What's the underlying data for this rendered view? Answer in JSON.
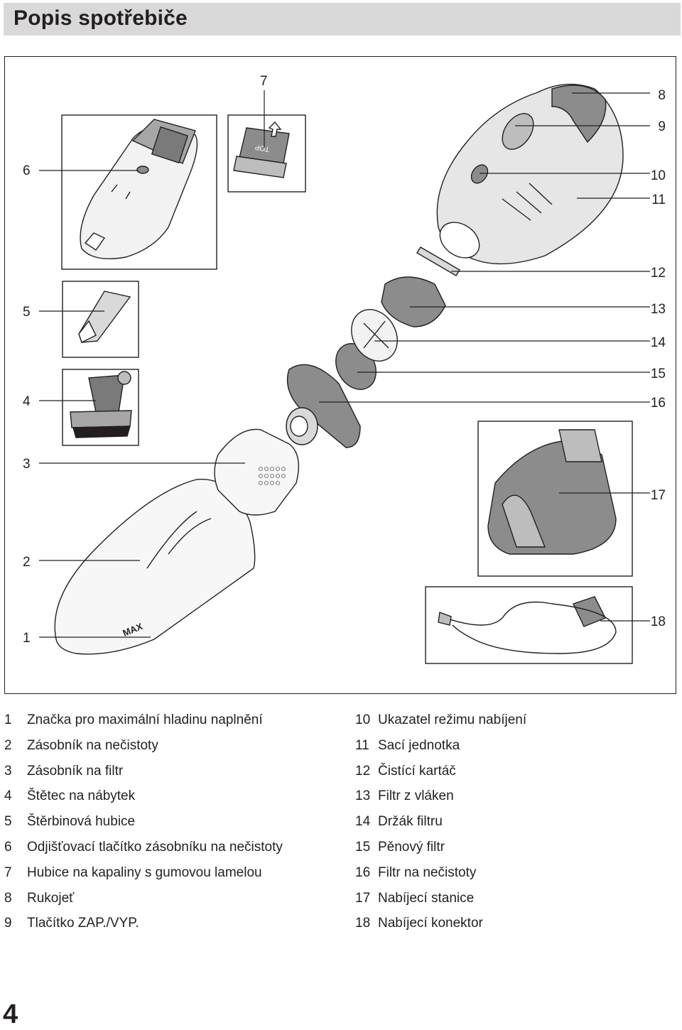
{
  "header": {
    "title": "Popis spotřebiče"
  },
  "callouts": {
    "left": [
      "6",
      "5",
      "4",
      "3",
      "2",
      "1"
    ],
    "top": "7",
    "right": [
      "8",
      "9",
      "10",
      "11",
      "12",
      "13",
      "14",
      "15",
      "16",
      "17",
      "18"
    ]
  },
  "figure_labels": {
    "max": "MAX",
    "top": "TOP"
  },
  "legend": {
    "col1": [
      {
        "num": "1",
        "text": "Značka pro maximální hladinu naplnění"
      },
      {
        "num": "2",
        "text": "Zásobník na nečistoty"
      },
      {
        "num": "3",
        "text": "Zásobník na filtr"
      },
      {
        "num": "4",
        "text": "Štětec na nábytek"
      },
      {
        "num": "5",
        "text": "Štěrbinová hubice"
      },
      {
        "num": "6",
        "text": "Odjišťovací tlačítko zásobníku na nečistoty"
      },
      {
        "num": "7",
        "text": "Hubice na kapaliny s gumovou lamelou"
      },
      {
        "num": "8",
        "text": "Rukojeť"
      },
      {
        "num": "9",
        "text": "Tlačítko ZAP./VYP."
      }
    ],
    "col2": [
      {
        "num": "10",
        "text": "Ukazatel režimu nabíjení"
      },
      {
        "num": "11",
        "text": "Sací jednotka"
      },
      {
        "num": "12",
        "text": "Čistící kartáč"
      },
      {
        "num": "13",
        "text": "Filtr z vláken"
      },
      {
        "num": "14",
        "text": "Držák filtru"
      },
      {
        "num": "15",
        "text": "Pěnový filtr"
      },
      {
        "num": "16",
        "text": "Filtr na nečistoty"
      },
      {
        "num": "17",
        "text": "Nabíjecí stanice"
      },
      {
        "num": "18",
        "text": "Nabíjecí konektor"
      }
    ]
  },
  "page_number": "4"
}
